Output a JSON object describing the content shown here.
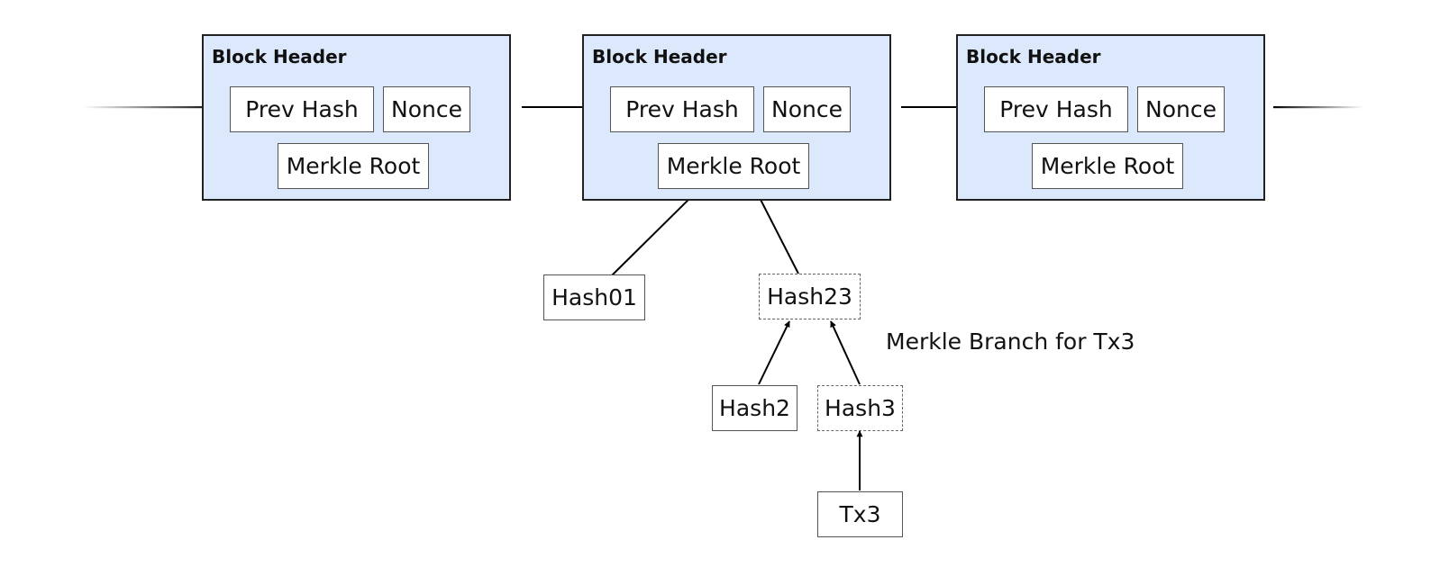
{
  "blocks": [
    {
      "title": "Block Header",
      "prev_hash": "Prev Hash",
      "nonce": "Nonce",
      "merkle_root": "Merkle Root"
    },
    {
      "title": "Block Header",
      "prev_hash": "Prev Hash",
      "nonce": "Nonce",
      "merkle_root": "Merkle Root"
    },
    {
      "title": "Block Header",
      "prev_hash": "Prev Hash",
      "nonce": "Nonce",
      "merkle_root": "Merkle Root"
    }
  ],
  "tree": {
    "hash01": "Hash01",
    "hash23": "Hash23",
    "hash2": "Hash2",
    "hash3": "Hash3",
    "tx3": "Tx3"
  },
  "branch_label": "Merkle Branch for Tx3",
  "colors": {
    "block_fill": "#dce9fc",
    "block_border": "#222222",
    "line": "#000000"
  }
}
